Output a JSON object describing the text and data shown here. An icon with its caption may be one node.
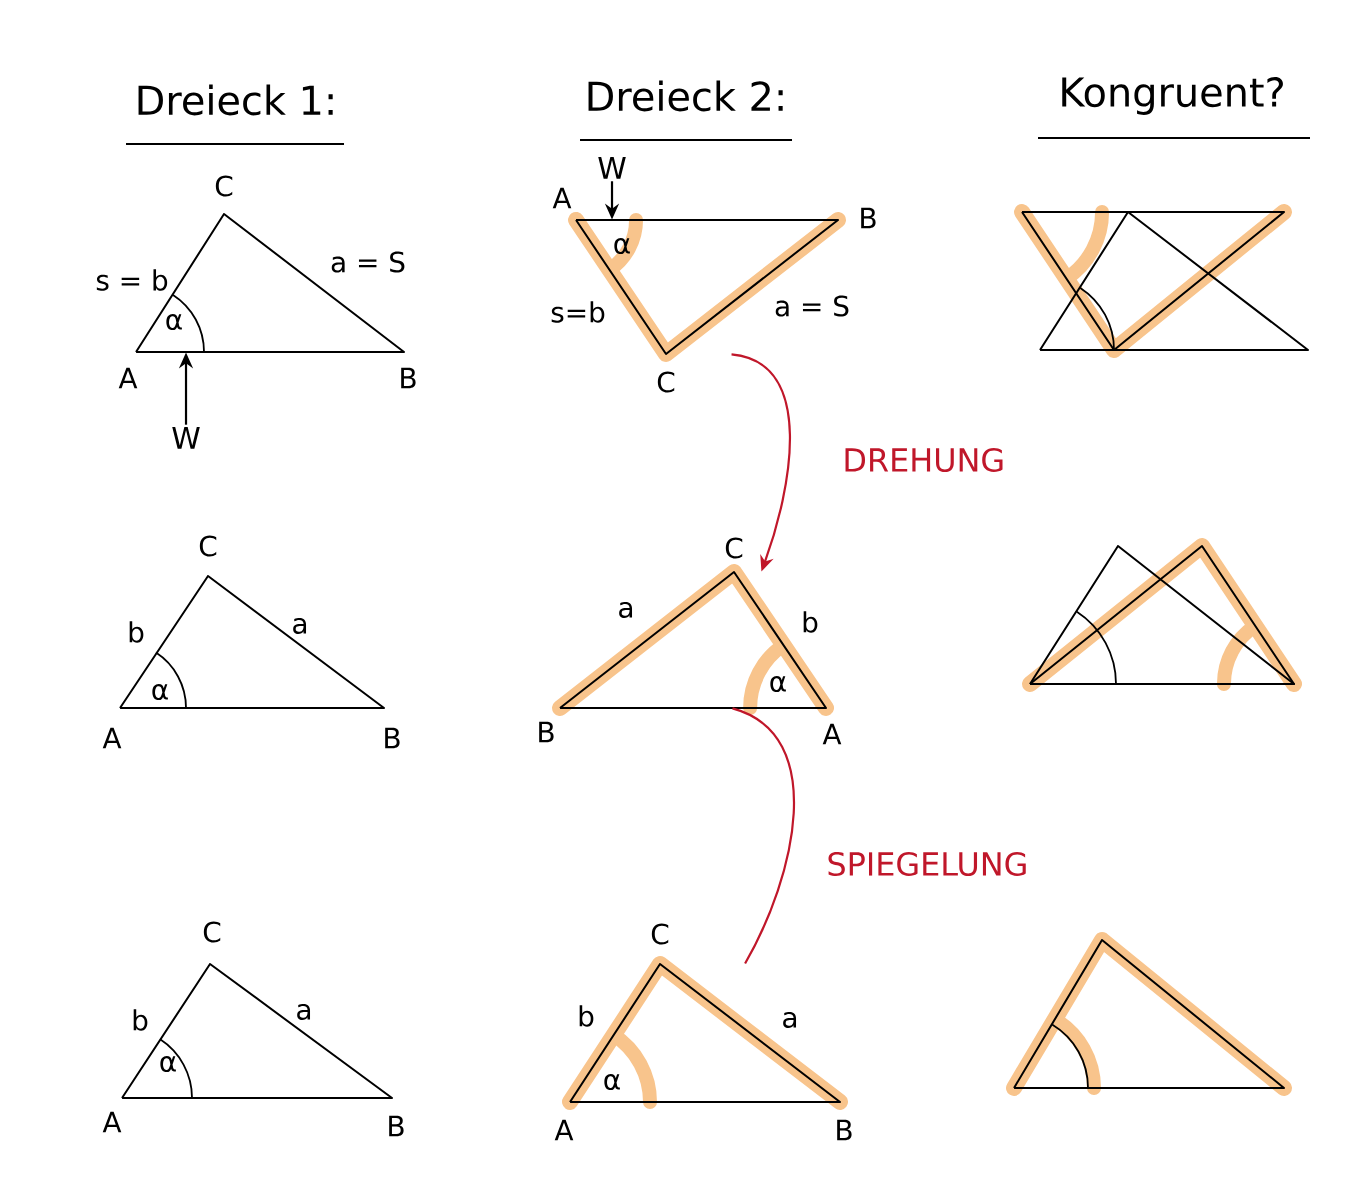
{
  "diagram": {
    "nodes": [
      {
        "text": [],
        "shape": "triangle"
      },
      {
        "text": [],
        "shape": "triangle"
      },
      {
        "text": [],
        "shape": "triangle"
      },
      {
        "text": [],
        "shape": "triangle"
      },
      {
        "text": [],
        "shape": "triangle"
      },
      {
        "text": [],
        "shape": "triangle"
      },
      {
        "text": [],
        "shape": "triangle"
      },
      {
        "text": [],
        "shape": "triangle"
      },
      {
        "text": [],
        "shape": "triangle"
      },
      {
        "text": [
          "W"
        ]
      },
      {
        "text": [
          "W"
        ]
      }
    ],
    "edges": [
      {
        "from": 1,
        "to": 4,
        "arrow": "to",
        "label": "DREHUNG",
        "color": "#c0172a"
      },
      {
        "from": 4,
        "to": 7,
        "arrow": "none",
        "label": "SPIEGELUNG",
        "color": "#c0172a"
      },
      {
        "from": 9,
        "to": 0,
        "arrow": "to",
        "color": "#000000"
      },
      {
        "from": 10,
        "to": 1,
        "arrow": "to",
        "color": "#000000"
      }
    ],
    "labels": [
      "Dreieck 1:",
      "Dreieck 2:",
      "Kongruent?",
      "C",
      "s = b",
      "a = S",
      "α",
      "A",
      "B",
      "A",
      "B",
      "α",
      "s=b",
      "a = S",
      "C",
      "C",
      "b",
      "a",
      "α",
      "A",
      "B",
      "C",
      "a",
      "b",
      "α",
      "B",
      "A",
      "C",
      "b",
      "a",
      "α",
      "A",
      "B",
      "C",
      "b",
      "a",
      "α",
      "A",
      "B"
    ]
  }
}
